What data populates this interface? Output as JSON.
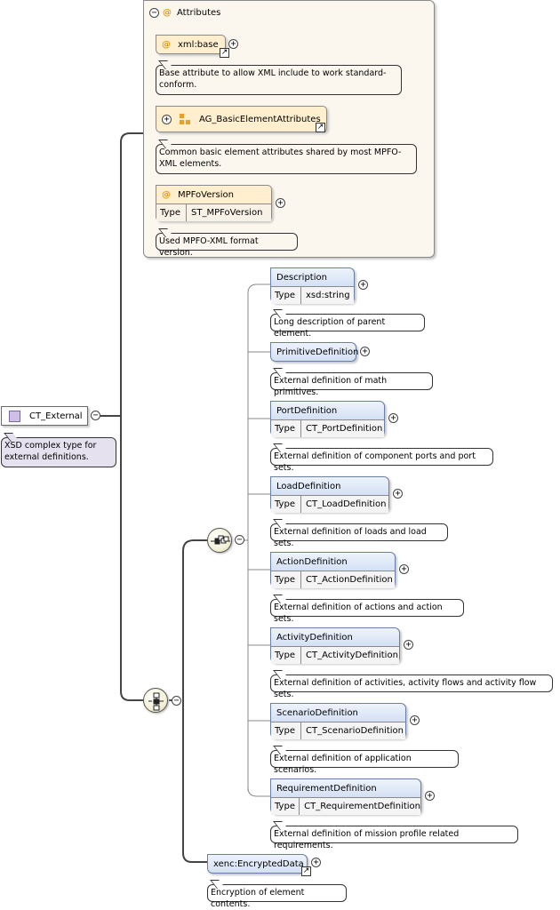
{
  "root": {
    "name": "CT_External",
    "note": "XSD complex type for external definitions."
  },
  "attributes": {
    "title": "Attributes",
    "items": [
      {
        "name": "xml:base",
        "note": "Base attribute to allow XML include to work standard-conform."
      },
      {
        "name": "AG_BasicElementAttributes",
        "note": "Common basic element attributes shared by most MPFO-XML elements."
      },
      {
        "name": "MPFoVersion",
        "type_label": "Type",
        "type": "ST_MPFoVersion",
        "note": "Used MPFO-XML format version."
      }
    ]
  },
  "elements": [
    {
      "name": "Description",
      "type_label": "Type",
      "type": "xsd:string",
      "note": "Long description of parent element."
    },
    {
      "name": "PrimitiveDefinition",
      "note": "External definition of math primitives."
    },
    {
      "name": "PortDefinition",
      "type_label": "Type",
      "type": "CT_PortDefinition",
      "note": "External definition of component ports and port sets."
    },
    {
      "name": "LoadDefinition",
      "type_label": "Type",
      "type": "CT_LoadDefinition",
      "note": "External definition of loads and load sets."
    },
    {
      "name": "ActionDefinition",
      "type_label": "Type",
      "type": "CT_ActionDefinition",
      "note": "External definition of actions and action sets."
    },
    {
      "name": "ActivityDefinition",
      "type_label": "Type",
      "type": "CT_ActivityDefinition",
      "note": "External definition of activities, activity flows and activity flow sets."
    },
    {
      "name": "ScenarioDefinition",
      "type_label": "Type",
      "type": "CT_ScenarioDefinition",
      "note": "External definition of application scenarios."
    },
    {
      "name": "RequirementDefinition",
      "type_label": "Type",
      "type": "CT_RequirementDefinition",
      "note": "External definition of mission profile related requirements."
    }
  ],
  "encrypted": {
    "name": "xenc:EncryptedData",
    "note": "Encryption of element contents."
  },
  "symbols": {
    "expand": "+",
    "collapse": "−",
    "at": "@",
    "ref_arrow": "↗"
  },
  "colors": {
    "attribute_bg": "#ffefcf",
    "element_bg": "#dde7f7",
    "group_bg": "#fbf7ee",
    "root_note_bg": "#e6e1ef"
  }
}
